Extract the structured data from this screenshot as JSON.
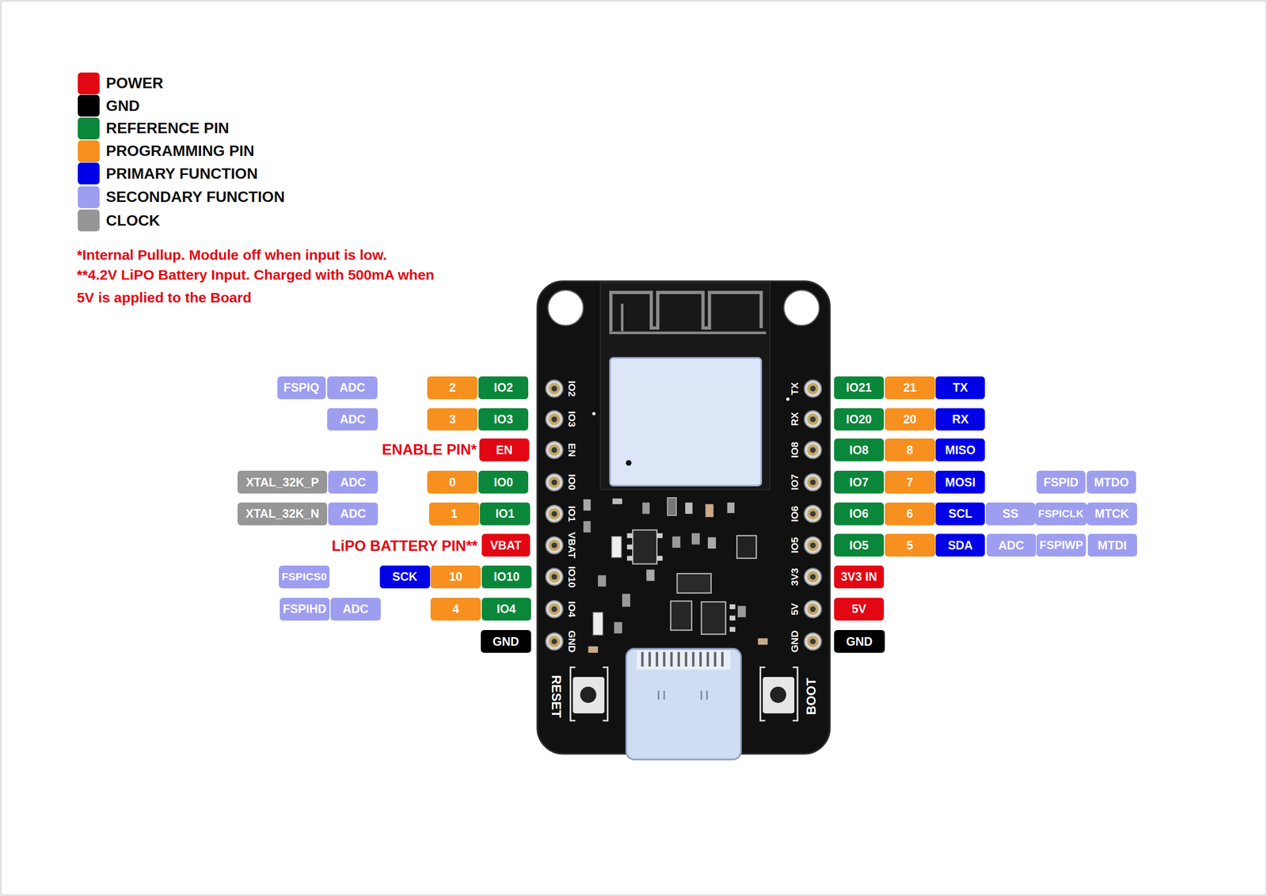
{
  "diagram": {
    "nodes": [
      {
        "text": [
          "FSPIQ"
        ]
      },
      {
        "text": [
          "ADC"
        ]
      },
      {
        "text": [
          "2"
        ]
      },
      {
        "text": [
          "IO2"
        ]
      },
      {
        "text": [
          "IO21"
        ]
      },
      {
        "text": [
          "21"
        ]
      },
      {
        "text": [
          "TX"
        ]
      },
      {
        "text": [
          "ADC"
        ]
      },
      {
        "text": [
          "3"
        ]
      },
      {
        "text": [
          "IO3"
        ]
      },
      {
        "text": [
          "IO20"
        ]
      },
      {
        "text": [
          "20"
        ]
      },
      {
        "text": [
          "RX"
        ]
      },
      {
        "text": [
          "EN"
        ]
      },
      {
        "text": [
          "IO8"
        ]
      },
      {
        "text": [
          "8"
        ]
      },
      {
        "text": [
          "MISO"
        ]
      },
      {
        "text": [
          "XTAL_32K_P"
        ]
      },
      {
        "text": [
          "ADC"
        ]
      },
      {
        "text": [
          "0"
        ]
      },
      {
        "text": [
          "IO0"
        ]
      },
      {
        "text": [
          "IO7"
        ]
      },
      {
        "text": [
          "7"
        ]
      },
      {
        "text": [
          "MOSI"
        ]
      },
      {
        "text": [
          "FSPID"
        ]
      },
      {
        "text": [
          "MTDO"
        ]
      },
      {
        "text": [
          "XTAL_32K_N"
        ]
      },
      {
        "text": [
          "ADC"
        ]
      },
      {
        "text": [
          "1"
        ]
      },
      {
        "text": [
          "IO1"
        ]
      },
      {
        "text": [
          "IO6"
        ]
      },
      {
        "text": [
          "6"
        ]
      },
      {
        "text": [
          "SCL"
        ]
      },
      {
        "text": [
          "SS"
        ]
      },
      {
        "text": [
          "FSPICLK"
        ]
      },
      {
        "text": [
          "MTCK"
        ]
      },
      {
        "text": [
          "VBAT"
        ]
      },
      {
        "text": [
          "IO5"
        ]
      },
      {
        "text": [
          "5"
        ]
      },
      {
        "text": [
          "SDA"
        ]
      },
      {
        "text": [
          "ADC"
        ]
      },
      {
        "text": [
          "FSPIWP"
        ]
      },
      {
        "text": [
          "MTDI"
        ]
      },
      {
        "text": [
          "FSPICS0"
        ]
      },
      {
        "text": [
          "SCK"
        ]
      },
      {
        "text": [
          "10"
        ]
      },
      {
        "text": [
          "IO10"
        ]
      },
      {
        "text": [
          "3V3 IN"
        ]
      },
      {
        "text": [
          "FSPIHD"
        ]
      },
      {
        "text": [
          "ADC"
        ]
      },
      {
        "text": [
          "4"
        ]
      },
      {
        "text": [
          "IO4"
        ]
      },
      {
        "text": [
          "5V"
        ]
      },
      {
        "text": [
          "GND"
        ]
      },
      {
        "text": [
          "GND"
        ]
      }
    ],
    "labels": [
      "*Internal Pullup. Module off when input is low.",
      "**4.2V LiPO Battery Input. Charged with 500mA when 5V is applied to the Board",
      "ENABLE PIN*",
      "LiPO BATTERY PIN**",
      "IO2",
      "IO3",
      "EN",
      "IO0",
      "IO1",
      "VBAT",
      "IO10",
      "IO4",
      "GND",
      "TX",
      "RX",
      "IO8",
      "IO7",
      "IO6",
      "IO5",
      "3V3",
      "5V",
      "GND",
      "RESET",
      "BOOT"
    ],
    "legend": [
      {
        "text": "POWER",
        "color": "#e30613"
      },
      {
        "text": "GND",
        "color": "#000000"
      },
      {
        "text": "REFERENCE PIN",
        "color": "#0a873a"
      },
      {
        "text": "PROGRAMMING PIN",
        "color": "#f7901e"
      },
      {
        "text": "PRIMARY FUNCTION",
        "color": "#0000e6"
      },
      {
        "text": "SECONDARY FUNCTION",
        "color": "#9e9ef0"
      },
      {
        "text": "CLOCK",
        "color": "#969696"
      }
    ]
  }
}
